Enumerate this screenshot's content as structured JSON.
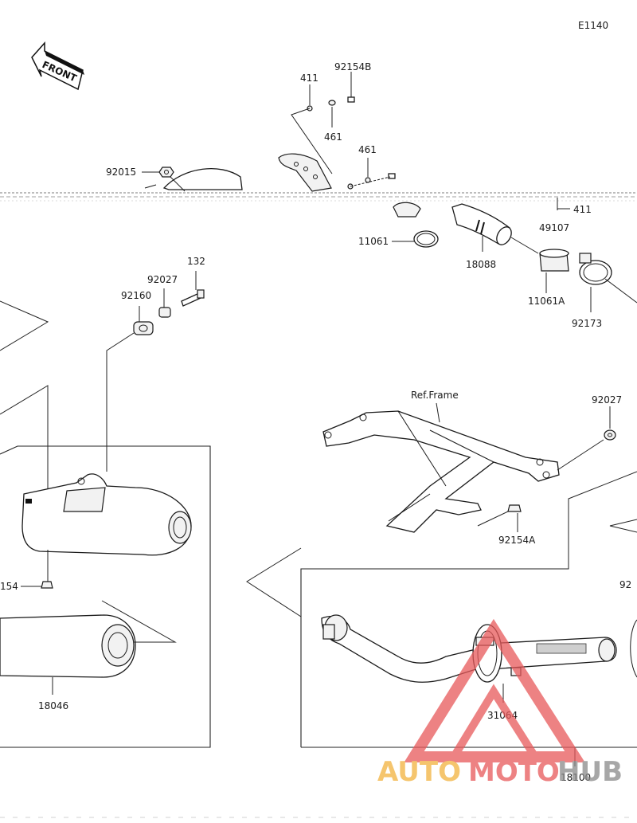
{
  "diagram": {
    "code": "E1140",
    "front_label": "FRONT",
    "ref_frame": "Ref.Frame",
    "parts": {
      "p92154B": "92154B",
      "p411a": "411",
      "p461a": "461",
      "p461b": "461",
      "p92015": "92015",
      "p11061": "11061",
      "p18088": "18088",
      "p49107": "49107",
      "p411b": "411",
      "p11061A": "11061A",
      "p92173": "92173",
      "p132": "132",
      "p92027a": "92027",
      "p92160": "92160",
      "p92027b": "92027",
      "p92154A": "92154A",
      "p154": "154",
      "p18046": "18046",
      "p31064": "31064",
      "p18100": "18100",
      "p92cut": "92"
    }
  },
  "watermark": {
    "auto": "AUTO",
    "moto": "MOTO",
    "hub": "HUB",
    "colors": {
      "auto": "#f2b23e",
      "moto": "#e8595a",
      "hub": "#8a8a8a"
    }
  }
}
